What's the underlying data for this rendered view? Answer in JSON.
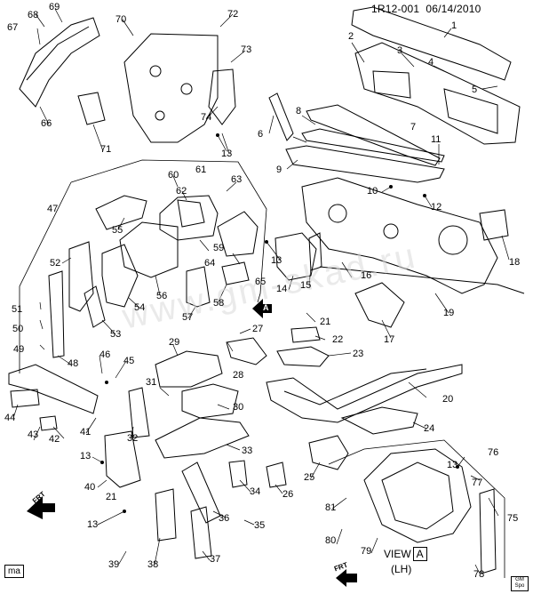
{
  "header": {
    "code": "1R12-001",
    "date": "06/14/2010"
  },
  "watermark": "www.gm-skad.ru",
  "view_label": "VIEW",
  "view_letter": "A",
  "view_lh": "(LH)",
  "marker_a": "A",
  "frt_label": "FRT",
  "ma_label": "ma",
  "gm_logo": {
    "line1": "GM",
    "line2": "Spo"
  },
  "callouts": [
    {
      "id": "c1",
      "text": "1"
    },
    {
      "id": "c2",
      "text": "2"
    },
    {
      "id": "c3",
      "text": "3"
    },
    {
      "id": "c4",
      "text": "4"
    },
    {
      "id": "c5",
      "text": "5"
    },
    {
      "id": "c6",
      "text": "6"
    },
    {
      "id": "c7",
      "text": "7"
    },
    {
      "id": "c8",
      "text": "8"
    },
    {
      "id": "c9",
      "text": "9"
    },
    {
      "id": "c10",
      "text": "10"
    },
    {
      "id": "c11",
      "text": "11"
    },
    {
      "id": "c12",
      "text": "12"
    },
    {
      "id": "c13a",
      "text": "13"
    },
    {
      "id": "c13b",
      "text": "13"
    },
    {
      "id": "c13c",
      "text": "13"
    },
    {
      "id": "c13d",
      "text": "13"
    },
    {
      "id": "c13e",
      "text": "13"
    },
    {
      "id": "c14",
      "text": "14"
    },
    {
      "id": "c15",
      "text": "15"
    },
    {
      "id": "c16",
      "text": "16"
    },
    {
      "id": "c17",
      "text": "17"
    },
    {
      "id": "c18",
      "text": "18"
    },
    {
      "id": "c19",
      "text": "19"
    },
    {
      "id": "c20",
      "text": "20"
    },
    {
      "id": "c21a",
      "text": "21"
    },
    {
      "id": "c21b",
      "text": "21"
    },
    {
      "id": "c22",
      "text": "22"
    },
    {
      "id": "c23",
      "text": "23"
    },
    {
      "id": "c24",
      "text": "24"
    },
    {
      "id": "c25",
      "text": "25"
    },
    {
      "id": "c26",
      "text": "26"
    },
    {
      "id": "c27",
      "text": "27"
    },
    {
      "id": "c28",
      "text": "28"
    },
    {
      "id": "c29",
      "text": "29"
    },
    {
      "id": "c30",
      "text": "30"
    },
    {
      "id": "c31",
      "text": "31"
    },
    {
      "id": "c32",
      "text": "32"
    },
    {
      "id": "c33",
      "text": "33"
    },
    {
      "id": "c34",
      "text": "34"
    },
    {
      "id": "c35",
      "text": "35"
    },
    {
      "id": "c36",
      "text": "36"
    },
    {
      "id": "c37",
      "text": "37"
    },
    {
      "id": "c38",
      "text": "38"
    },
    {
      "id": "c39",
      "text": "39"
    },
    {
      "id": "c40",
      "text": "40"
    },
    {
      "id": "c41",
      "text": "41"
    },
    {
      "id": "c42",
      "text": "42"
    },
    {
      "id": "c43",
      "text": "43"
    },
    {
      "id": "c44",
      "text": "44"
    },
    {
      "id": "c45",
      "text": "45"
    },
    {
      "id": "c46",
      "text": "46"
    },
    {
      "id": "c47",
      "text": "47"
    },
    {
      "id": "c48",
      "text": "48"
    },
    {
      "id": "c49",
      "text": "49"
    },
    {
      "id": "c50",
      "text": "50"
    },
    {
      "id": "c51",
      "text": "51"
    },
    {
      "id": "c52",
      "text": "52"
    },
    {
      "id": "c53",
      "text": "53"
    },
    {
      "id": "c54",
      "text": "54"
    },
    {
      "id": "c55",
      "text": "55"
    },
    {
      "id": "c56",
      "text": "56"
    },
    {
      "id": "c57",
      "text": "57"
    },
    {
      "id": "c58",
      "text": "58"
    },
    {
      "id": "c59",
      "text": "59"
    },
    {
      "id": "c60",
      "text": "60"
    },
    {
      "id": "c61",
      "text": "61"
    },
    {
      "id": "c62",
      "text": "62"
    },
    {
      "id": "c63",
      "text": "63"
    },
    {
      "id": "c64",
      "text": "64"
    },
    {
      "id": "c65",
      "text": "65"
    },
    {
      "id": "c66",
      "text": "66"
    },
    {
      "id": "c67",
      "text": "67"
    },
    {
      "id": "c68",
      "text": "68"
    },
    {
      "id": "c69",
      "text": "69"
    },
    {
      "id": "c70",
      "text": "70"
    },
    {
      "id": "c71",
      "text": "71"
    },
    {
      "id": "c72",
      "text": "72"
    },
    {
      "id": "c73",
      "text": "73"
    },
    {
      "id": "c74",
      "text": "74"
    },
    {
      "id": "c75",
      "text": "75"
    },
    {
      "id": "c76",
      "text": "76"
    },
    {
      "id": "c77",
      "text": "77"
    },
    {
      "id": "c78",
      "text": "78"
    },
    {
      "id": "c79",
      "text": "79"
    },
    {
      "id": "c80",
      "text": "80"
    },
    {
      "id": "c81",
      "text": "81"
    }
  ]
}
